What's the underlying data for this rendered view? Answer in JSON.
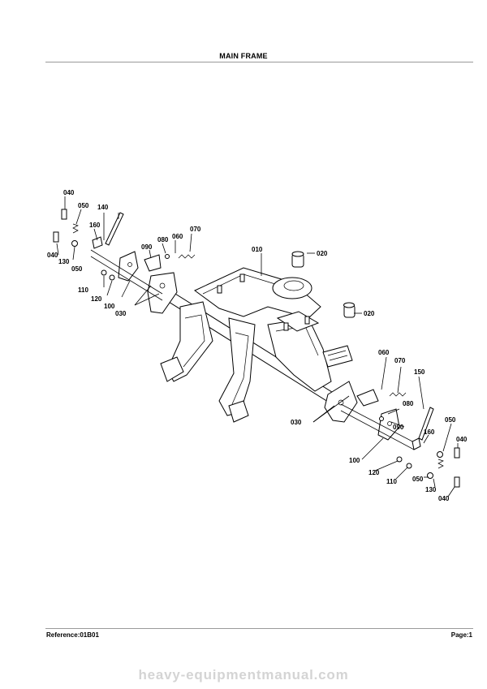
{
  "header": {
    "title": "MAIN FRAME"
  },
  "footer": {
    "reference": "Reference:01B01",
    "page": "Page:1"
  },
  "watermark": "heavy-equipmentmanual.com",
  "callouts": {
    "c010": "010",
    "c020a": "020",
    "c020b": "020",
    "l030": "030",
    "l040a": "040",
    "l040b": "040",
    "l050a": "050",
    "l050b": "050",
    "l060": "060",
    "l070": "070",
    "l080": "080",
    "l090": "090",
    "l100": "100",
    "l110": "110",
    "l120": "120",
    "l130": "130",
    "l140": "140",
    "l160": "160",
    "r030": "030",
    "r040a": "040",
    "r040b": "040",
    "r050a": "050",
    "r050b": "050",
    "r060": "060",
    "r070": "070",
    "r080": "080",
    "r090": "090",
    "r100": "100",
    "r110": "110",
    "r120": "120",
    "r130": "130",
    "r150": "150",
    "r160": "160"
  }
}
